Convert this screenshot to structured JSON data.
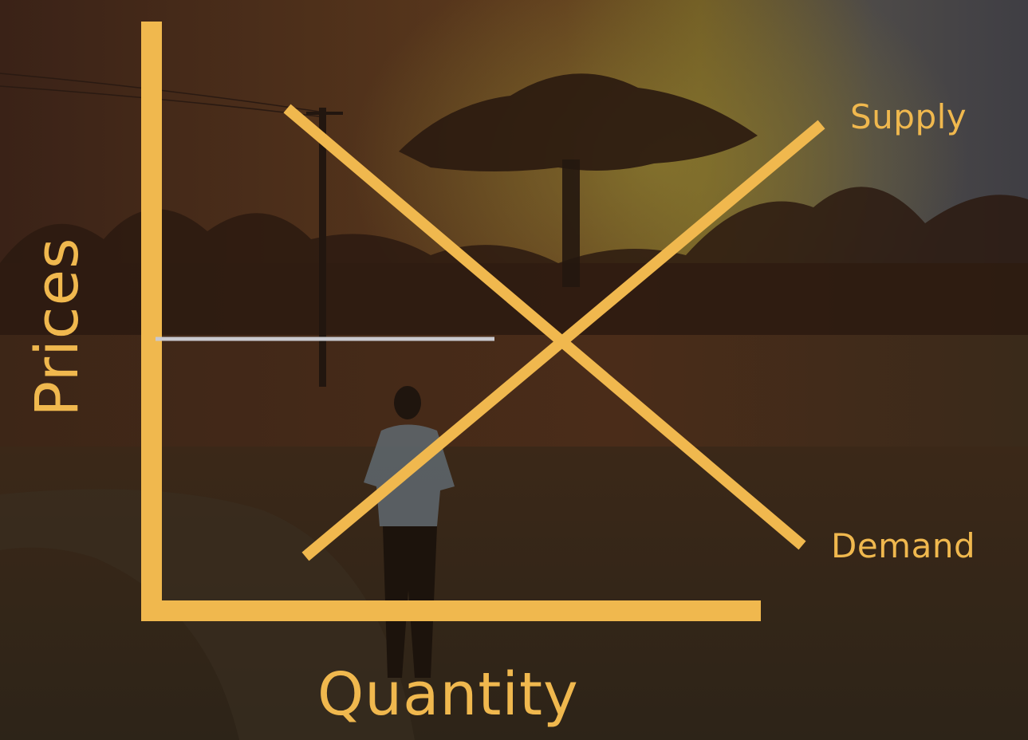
{
  "colors": {
    "accent": "#f0b84e",
    "marker": "#c9c9cf"
  },
  "diagram": {
    "type": "supply-demand",
    "curves": [
      {
        "name": "Supply",
        "direction": "upward-sloping"
      },
      {
        "name": "Demand",
        "direction": "downward-sloping"
      }
    ],
    "axis_labels": {
      "x": "Quantity",
      "y": "Prices"
    },
    "equilibrium_price_line": true,
    "background": "photo-sunset-savanna-silhouette"
  }
}
